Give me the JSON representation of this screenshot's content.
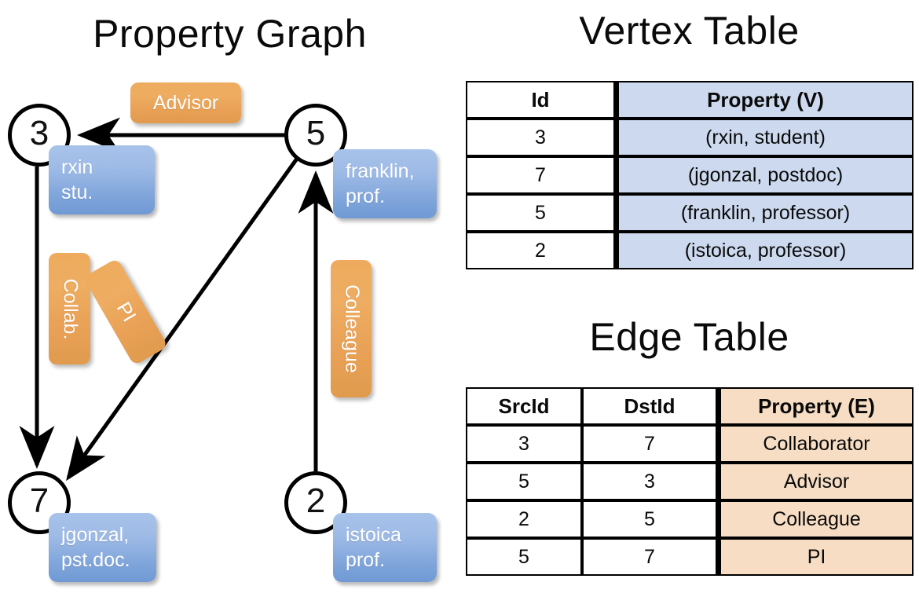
{
  "titles": {
    "property_graph": "Property Graph",
    "vertex_table": "Vertex Table",
    "edge_table": "Edge Table"
  },
  "graph": {
    "nodes": [
      {
        "id": "3",
        "property": "rxin\nstu."
      },
      {
        "id": "5",
        "property": "franklin,\nprof."
      },
      {
        "id": "7",
        "property": "jgonzal,\npst.doc."
      },
      {
        "id": "2",
        "property": "istoica\nprof."
      }
    ],
    "node_labels": {
      "n3": "3",
      "n5": "5",
      "n7": "7",
      "n2": "2"
    },
    "boxes": {
      "rxin_line1": "rxin",
      "rxin_line2": "stu.",
      "franklin_line1": "franklin,",
      "franklin_line2": "prof.",
      "jgonzal_line1": "jgonzal,",
      "jgonzal_line2": "pst.doc.",
      "istoica_line1": "istoica",
      "istoica_line2": "prof."
    },
    "edge_labels": {
      "advisor": "Advisor",
      "collab": "Collab.",
      "pi": "PI",
      "colleague": "Colleague"
    },
    "edges": [
      {
        "src": "5",
        "dst": "3",
        "label": "Advisor"
      },
      {
        "src": "3",
        "dst": "7",
        "label": "Collab."
      },
      {
        "src": "5",
        "dst": "7",
        "label": "PI"
      },
      {
        "src": "2",
        "dst": "5",
        "label": "Colleague"
      }
    ]
  },
  "vertex_table": {
    "headers": [
      "Id",
      "Property (V)"
    ],
    "rows": [
      {
        "id": "3",
        "property": "(rxin, student)"
      },
      {
        "id": "7",
        "property": "(jgonzal, postdoc)"
      },
      {
        "id": "5",
        "property": "(franklin, professor)"
      },
      {
        "id": "2",
        "property": "(istoica, professor)"
      }
    ]
  },
  "edge_table": {
    "headers": [
      "SrcId",
      "DstId",
      "Property (E)"
    ],
    "rows": [
      {
        "src": "3",
        "dst": "7",
        "property": "Collaborator"
      },
      {
        "src": "5",
        "dst": "3",
        "property": "Advisor"
      },
      {
        "src": "2",
        "dst": "5",
        "property": "Colleague"
      },
      {
        "src": "5",
        "dst": "7",
        "property": "PI"
      }
    ]
  },
  "colors": {
    "vertex_property_fill": "#ccd9ee",
    "edge_property_fill": "#f6ddc3",
    "node_box_blue": "#7ea4da",
    "edge_label_orange": "#e8a055",
    "stroke": "#000000"
  }
}
